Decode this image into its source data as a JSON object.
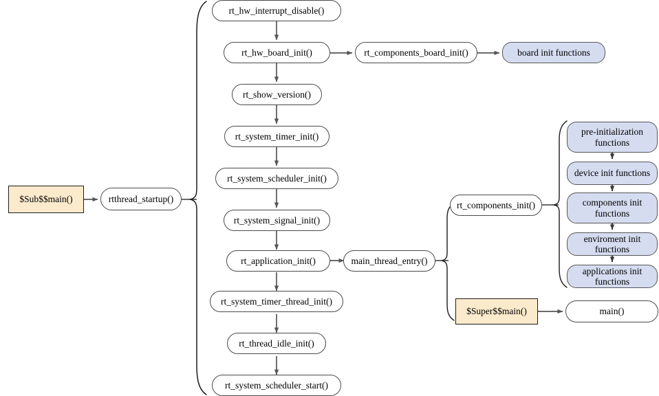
{
  "diagram": {
    "title": "RT-Thread startup sequence flowchart",
    "colors": {
      "background": "#ffffff",
      "rounded_fill": "#ffffff",
      "rounded_stroke": "#4a4a4a",
      "blue_fill": "#d6dcf0",
      "blue_stroke": "#55565c",
      "rect_fill": "#fbeacb",
      "rect_stroke": "#1b1b1b",
      "arrow": "#555555",
      "brace": "#1b1b1b"
    },
    "entry": {
      "sub_main": "$Sub$$main()",
      "rtthread_startup": "rtthread_startup()"
    },
    "startup_chain": [
      {
        "label": "rt_hw_interrupt_disable()"
      },
      {
        "label": "rt_hw_board_init()"
      },
      {
        "label": "rt_show_version()"
      },
      {
        "label": "rt_system_timer_init()"
      },
      {
        "label": "rt_system_scheduler_init()"
      },
      {
        "label": "rt_system_signal_init()"
      },
      {
        "label": "rt_application_init()"
      },
      {
        "label": "rt_system_timer_thread_init()"
      },
      {
        "label": "rt_thread_idle_init()"
      },
      {
        "label": "rt_system_scheduler_start()"
      }
    ],
    "board_branch": {
      "components_board_init": "rt_components_board_init()",
      "board_init_functions": "board init functions"
    },
    "main_branch": {
      "main_thread_entry": "main_thread_entry()",
      "components_init": "rt_components_init()",
      "super_main": "$Super$$main()",
      "main": "main()"
    },
    "components_init_functions": [
      {
        "label": "pre-initialization\nfunctions"
      },
      {
        "label": "device init functions"
      },
      {
        "label": "components init\nfunctions"
      },
      {
        "label": "enviroment init\nfunctions"
      },
      {
        "label": "applications init\nfunctions"
      }
    ]
  }
}
